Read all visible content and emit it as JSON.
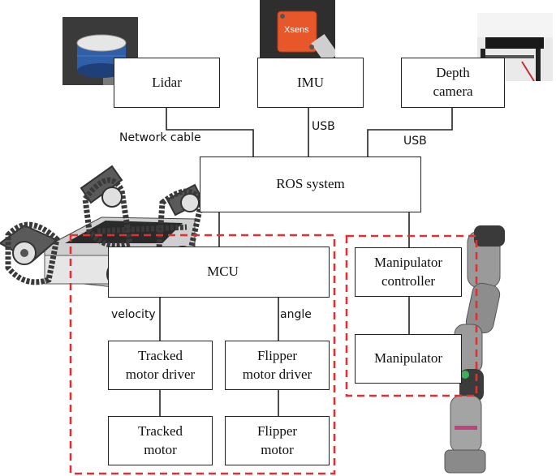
{
  "boxes": {
    "lidar": "Lidar",
    "imu": "IMU",
    "depth_camera": "Depth\ncamera",
    "ros_system": "ROS system",
    "mcu": "MCU",
    "manipulator_controller": "Manipulator\ncontroller",
    "manipulator": "Manipulator",
    "tracked_motor_driver": "Tracked\nmotor driver",
    "flipper_motor_driver": "Flipper\nmotor driver",
    "tracked_motor": "Tracked\nmotor",
    "flipper_motor": "Flipper\nmotor"
  },
  "edge_labels": {
    "network_cable": "Network cable",
    "usb_imu": "USB",
    "usb_camera": "USB",
    "velocity": "velocity",
    "angle": "angle"
  },
  "photo_text": {
    "imu_brand": "Xsens"
  },
  "colors": {
    "dashed_region": "#e03030",
    "box_border": "#222222",
    "lidar_blue": "#2f5fa8",
    "imu_orange": "#e8572a",
    "robot_dark": "#3a3a3a",
    "robot_light": "#bfbfbf"
  },
  "icons": [
    "lidar-photo",
    "imu-photo",
    "depth-camera-photo",
    "tracked-robot-image",
    "manipulator-arm-image"
  ]
}
